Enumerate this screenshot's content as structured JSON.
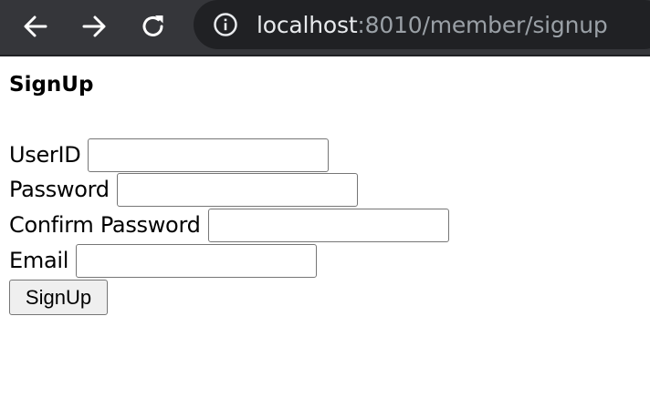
{
  "browser": {
    "back_icon": "arrow-left-icon",
    "forward_icon": "arrow-right-icon",
    "reload_icon": "reload-icon",
    "info_icon": "info-circle-icon",
    "url_host": "localhost",
    "url_rest": ":8010/member/signup"
  },
  "page": {
    "title": "SignUp",
    "fields": [
      {
        "label": "UserID",
        "value": "",
        "placeholder": ""
      },
      {
        "label": "Password",
        "value": "",
        "placeholder": ""
      },
      {
        "label": "Confirm Password",
        "value": "",
        "placeholder": ""
      },
      {
        "label": "Email",
        "value": "",
        "placeholder": ""
      }
    ],
    "submit_label": "SignUp"
  },
  "colors": {
    "toolbar_bg": "#35363a",
    "omnibox_bg": "#202124",
    "url_host": "#e8eaed",
    "url_rest": "#9aa0a6",
    "button_bg": "#efefef",
    "input_border": "#767676"
  }
}
